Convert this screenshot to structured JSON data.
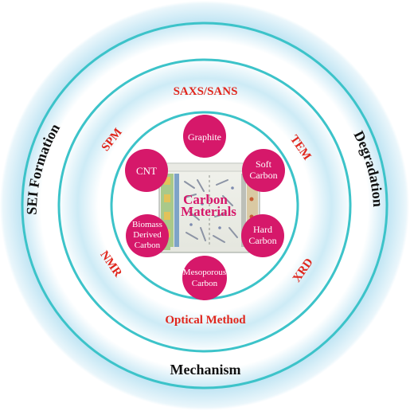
{
  "outer_ring_labels": {
    "left": "SEI Formation",
    "right": "Degradation",
    "bottom": "Mechanism"
  },
  "middle_ring_labels": {
    "top": "SAXS/SANS",
    "upper_left": "SPM",
    "upper_right": "TEM",
    "lower_left": "NMR",
    "lower_right": "XRD",
    "bottom": "Optical Method"
  },
  "center": {
    "title_line1": "Carbon",
    "title_line2": "Materials"
  },
  "nodes": {
    "graphite": [
      "Graphite"
    ],
    "soft_carbon": [
      "Soft",
      "Carbon"
    ],
    "hard_carbon": [
      "Hard",
      "Carbon"
    ],
    "mesoporous_carbon": [
      "Mesoporous",
      "Carbon"
    ],
    "biomass_carbon": [
      "Biomass",
      "Derived",
      "Carbon"
    ],
    "cnt": [
      "CNT"
    ]
  },
  "colors": {
    "ring_glow": "#bfe4f2",
    "ring_line": "#3cc3c9",
    "node_fill": "#d6186a",
    "method_text": "#e0261c",
    "outer_text": "#111111",
    "center_text": "#d6186a"
  }
}
